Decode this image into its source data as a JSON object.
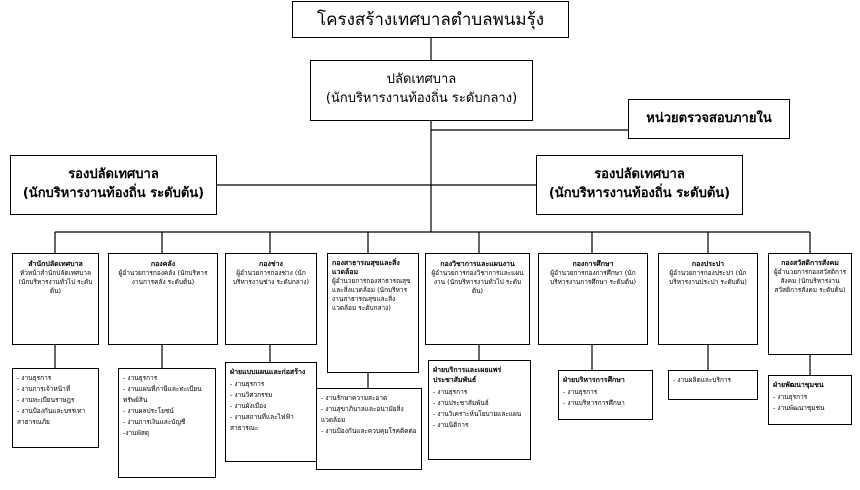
{
  "title": "โครงสร้างเทศบาลตำบลพนมรุ้ง",
  "mayor": {
    "line1": "ปลัดเทศบาล",
    "line2": "(นักบริหารงานท้องถิ่น  ระดับกลาง)"
  },
  "audit": "หน่วยตรวจสอบภายใน",
  "deputy_left": {
    "line1": "รองปลัดเทศบาล",
    "line2": "(นักบริหารงานท้องถิ่น  ระดับต้น)"
  },
  "deputy_right": {
    "line1": "รองปลัดเทศบาล",
    "line2": "(นักบริหารงานท้องถิ่น  ระดับต้น)"
  },
  "divisions": [
    {
      "head": "สำนักปลัดเทศบาล",
      "sub": "หัวหน้าสำนักปลัดเทศบาล (นักบริหารงานทั่วไป ระดับต้น)",
      "list_head": "",
      "items": [
        "- งานธุรการ",
        "- งานการเจ้าหน้าที่",
        "- งานทะเบียนราษฎร",
        "- งานป้องกันและบรรเทาสาธารณภัย"
      ]
    },
    {
      "head": "กองคลัง",
      "sub": "ผู้อำนวยการกองคลัง (นักบริหารงานการคลัง ระดับต้น)",
      "list_head": "",
      "items": [
        "- งานธุรการ",
        "- งานแผนที่ภาษีและทะเบียนทรัพย์สิน",
        "- งานผลประโยชน์",
        "- งานการเงินและบัญชี",
        "-งานพัสดุ"
      ]
    },
    {
      "head": "กองช่าง",
      "sub": "ผู้อำนวยการกองช่าง (นักบริหารงานช่าง ระดับกลาง)",
      "list_head": "ฝ่ายแบบแผนและก่อสร้าง",
      "items": [
        "- งานธุรการ",
        "- งานวิศวกรรม",
        "- งานผังเมือง",
        "- งานสถานที่และไฟฟ้าสาธารณะ"
      ]
    },
    {
      "head": "กองสาธารณสุขและสิ่งแวดล้อม",
      "sub": "ผู้อำนวยการกองสาธารณสุขและสิ่งแวดล้อม (นักบริหารงานสาธารณสุขและสิ่งแวดล้อม ระดับกลาง)",
      "list_head": "",
      "items": [
        "- งานรักษาความสะอาด",
        "- งานสุขาภิบาลและอนามัยสิ่งแวดล้อม",
        "- งานป้องกันและควบคุมโรคติดต่อ"
      ]
    },
    {
      "head": "กองวิชาการและแผนงาน",
      "sub": "ผู้อำนวยการกองวิชาการและแผนงาน (นักบริหารงานทั่วไป  ระดับต้น)",
      "list_head": "ฝ่ายบริการและเผยแพร่ประชาสัมพันธ์",
      "items": [
        "- งานธุรการ",
        "- งานประชาสัมพันธ์",
        "- งานวิเคราะห์นโยบายและแผน",
        "- งานนิติการ"
      ]
    },
    {
      "head": "กองการศึกษา",
      "sub": "ผู้อำนวยการกองการศึกษา (นักบริหารงานการศึกษา ระดับต้น)",
      "list_head": "ฝ่ายบริหารการศึกษา",
      "items": [
        "- งานธุรการ",
        "- งานบริหารการศึกษา"
      ]
    },
    {
      "head": "กองประปา",
      "sub": "ผู้อำนวยการกองประปา (นักบริหารงานประปา ระดับต้น)",
      "list_head": "",
      "items": [
        "- งานผลิตและบริการ"
      ]
    },
    {
      "head": "กองสวัสดิการสังคม",
      "sub": "ผู้อำนวยการกองสวัสดิการสังคม (นักบริหารงานสวัสดิการสังคม ระดับต้น)",
      "list_head": "ฝ่ายพัฒนาชุมชน",
      "items": [
        "- งานธุรการ",
        "- งานพัฒนาชุมชน"
      ]
    }
  ]
}
